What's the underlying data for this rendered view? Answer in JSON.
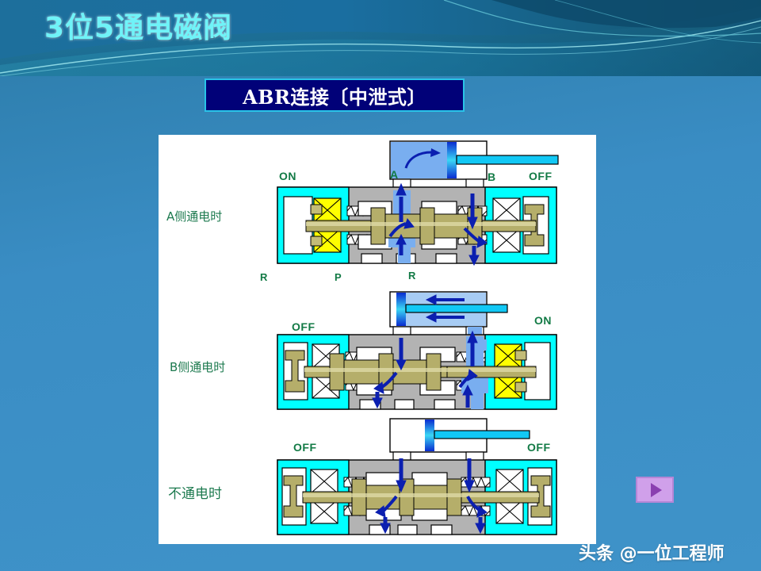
{
  "slide": {
    "title": "3位5通电磁阀",
    "subtitle": "ABR连接〔中泄式〕",
    "watermark": "头条 @一位工程师",
    "colors": {
      "background_blue": "#3a8dc4",
      "title_cyan": "#6ff3f8",
      "banner_navy": "#010178",
      "banner_border_cyan": "#29c3e8",
      "label_green": "#127a45",
      "coil_energized_yellow": "#ffff00",
      "valve_body_gray": "#b3b3b3",
      "housing_cyan": "#00ffff",
      "spool_gold": "#b5ae6a",
      "arrow_blue": "#0000cc",
      "port_fill_blue": "#6699ee",
      "rod_cyan": "#00c8ff",
      "play_button_purple": "#d0a0ea"
    }
  },
  "diagrams": [
    {
      "id": "diagram-a-energized",
      "state_label": "A侧通电时",
      "left_solenoid": "ON",
      "right_solenoid": "OFF",
      "left_energized": true,
      "right_energized": false,
      "piston_position": "right",
      "cylinder_pressurized_side": "left",
      "port_labels": [
        "R",
        "P",
        "R"
      ],
      "cylinder_port_labels": [
        "A",
        "B"
      ]
    },
    {
      "id": "diagram-b-energized",
      "state_label": "B侧通电时",
      "left_solenoid": "OFF",
      "right_solenoid": "ON",
      "left_energized": false,
      "right_energized": true,
      "piston_position": "left",
      "cylinder_pressurized_side": "right",
      "port_labels": [],
      "cylinder_port_labels": []
    },
    {
      "id": "diagram-none-energized",
      "state_label": "不通电时",
      "left_solenoid": "OFF",
      "right_solenoid": "OFF",
      "left_energized": false,
      "right_energized": false,
      "piston_position": "center",
      "cylinder_pressurized_side": "none",
      "port_labels": [],
      "cylinder_port_labels": []
    }
  ],
  "controls": {
    "play_button_label": "▶"
  }
}
